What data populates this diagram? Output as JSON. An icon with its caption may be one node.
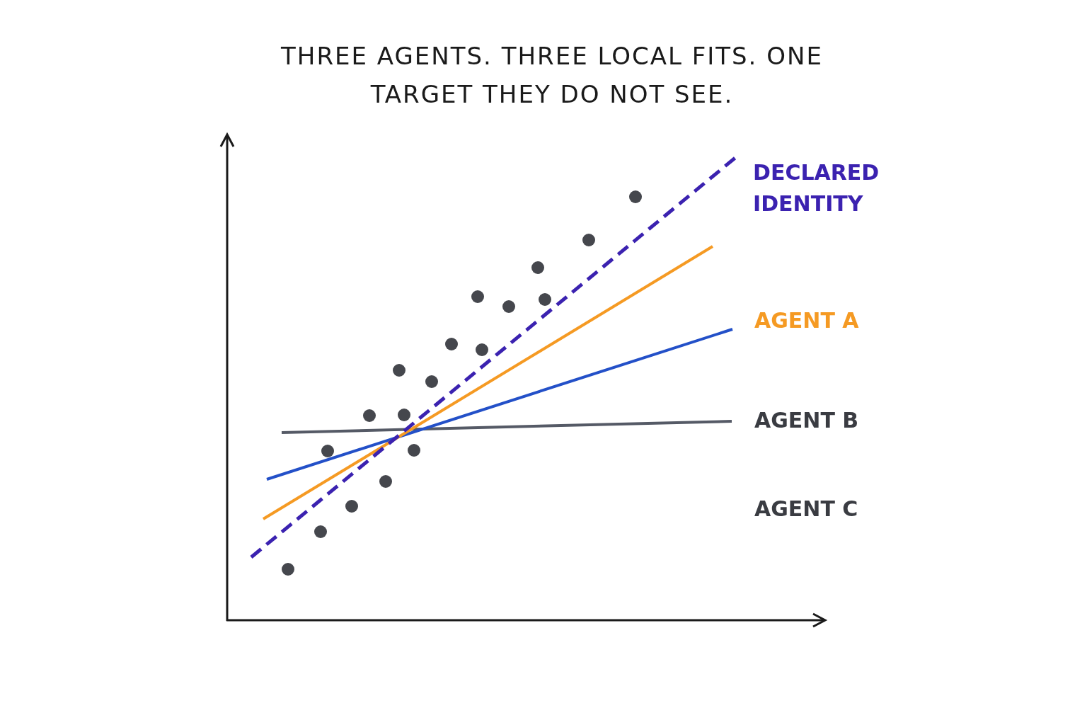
{
  "diagram": {
    "title": "THREE AGENTS. THREE LOCAL FITS. ONE TARGET THEY DO NOT SEE.",
    "labels": [
      "DECLARED IDENTITY",
      "AGENT A",
      "AGENT B",
      "AGENT C"
    ]
  }
}
